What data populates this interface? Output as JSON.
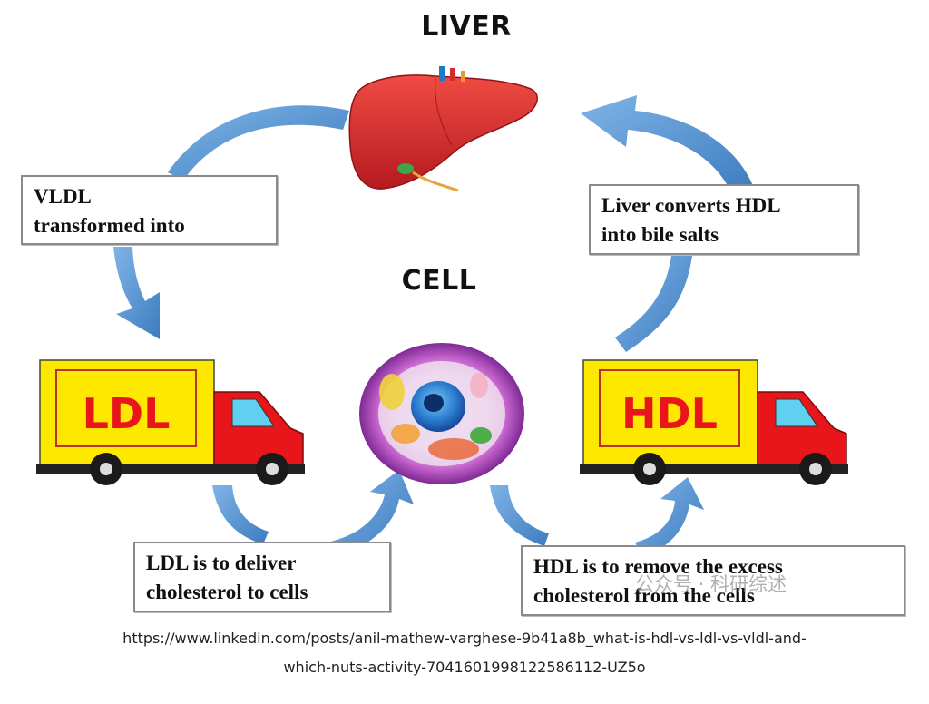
{
  "titles": {
    "liver": "LIVER",
    "cell": "CELL"
  },
  "boxes": {
    "vldl": [
      "VLDL",
      "transformed into"
    ],
    "liver_converts": [
      "Liver converts HDL",
      "into bile salts"
    ],
    "ldl_deliver": [
      "LDL is to deliver",
      "cholesterol to cells"
    ],
    "hdl_remove": [
      "HDL is to remove the excess",
      "cholesterol from the cells"
    ]
  },
  "trucks": {
    "left_label": "LDL",
    "right_label": "HDL"
  },
  "source": {
    "line1": "https://www.linkedin.com/posts/anil-mathew-varghese-9b41a8b_what-is-hdl-vs-ldl-vs-vldl-and-",
    "line2": "which-nuts-activity-7041601998122586112-UZ5o"
  },
  "watermark": "公众号 · 科研综述",
  "colors": {
    "arrow": "#5b9bd5",
    "arrow_dark": "#3a76b3",
    "truck_cargo": "#ffe800",
    "truck_cab": "#e8161b",
    "label_red": "#e8161b",
    "liver": "#d9262b"
  }
}
